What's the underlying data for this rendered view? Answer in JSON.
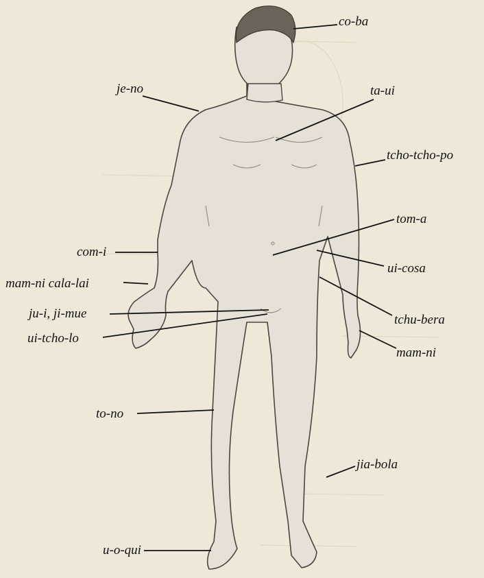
{
  "labels": {
    "co_ba": "co-ba",
    "je_no": "je-no",
    "ta_ui": "ta-ui",
    "tcho_tcho_po": "tcho-tcho-po",
    "tom_a": "tom-a",
    "com_i": "com-i",
    "ui_cosa": "ui-cosa",
    "mam_ni_cala_lai": "mam-ni cala-lai",
    "ju_i_ji_mue": "ju-i, ji-mue",
    "tchu_bera": "tchu-bera",
    "ui_tcho_lo": "ui-tcho-lo",
    "mam_ni": "mam-ni",
    "to_no": "to-no",
    "jia_bola": "jia-bola",
    "u_o_qui": "u-o-qui"
  },
  "colors": {
    "paper": "#efe8d8",
    "skin": "#e6e0d6",
    "skin_outline": "#4a4540",
    "hair": "#6b6258",
    "leader_line": "#111111",
    "label_text": "#111111"
  }
}
